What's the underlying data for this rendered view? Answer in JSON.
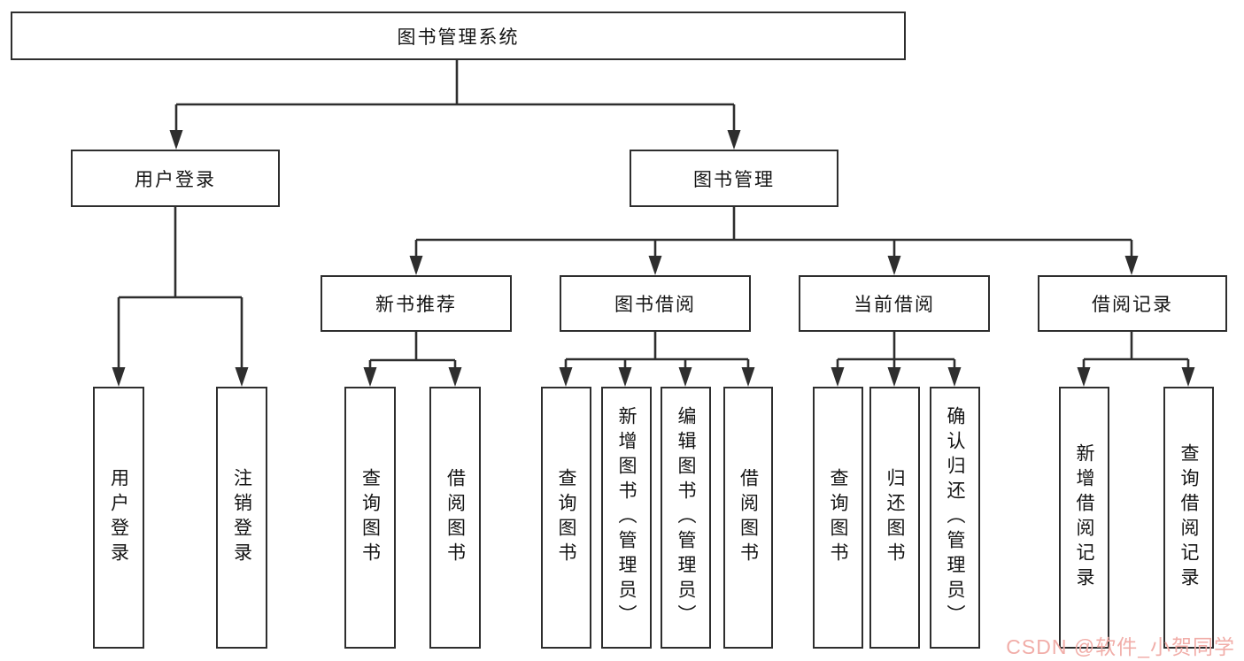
{
  "nodes": {
    "root": "图书管理系统",
    "level2": {
      "user_login": "用户登录",
      "book_mgmt": "图书管理"
    },
    "level3": {
      "new_books": "新书推荐",
      "book_borrow": "图书借阅",
      "current_borrow": "当前借阅",
      "borrow_records": "借阅记录"
    },
    "leaves": {
      "user_login": [
        "用户登录",
        "注销登录"
      ],
      "new_books": [
        "查询图书",
        "借阅图书"
      ],
      "book_borrow": [
        "查询图书",
        "新增图书（管理员）",
        "编辑图书（管理员）",
        "借阅图书"
      ],
      "current_borrow": [
        "查询图书",
        "归还图书",
        "确认归还（管理员）"
      ],
      "borrow_records": [
        "新增借阅记录",
        "查询借阅记录"
      ]
    }
  },
  "watermark": {
    "text": "CSDN @软件_小贺同学",
    "color": "#f1ada8"
  },
  "colors": {
    "line": "#2e2e2e",
    "text": "#141414",
    "background": "#ffffff"
  }
}
